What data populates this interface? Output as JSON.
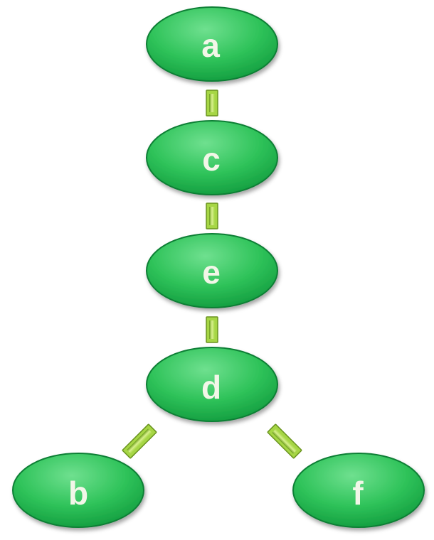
{
  "diagram": {
    "type": "tree",
    "colors": {
      "node_fill_light": "#6fe08f",
      "node_fill_mid": "#2fc35a",
      "node_fill_dark": "#119a3d",
      "node_stroke": "#0f7f35",
      "node_text": "#f2f6e8",
      "edge_fill_light": "#d7f08c",
      "edge_fill_mid": "#a6d645",
      "edge_fill_dark": "#6d9d1c",
      "edge_stroke": "#6a9420"
    },
    "nodes": [
      {
        "id": "a",
        "label": "a"
      },
      {
        "id": "c",
        "label": "c"
      },
      {
        "id": "e",
        "label": "e"
      },
      {
        "id": "d",
        "label": "d"
      },
      {
        "id": "b",
        "label": "b"
      },
      {
        "id": "f",
        "label": "f"
      }
    ],
    "edges": [
      {
        "from": "a",
        "to": "c"
      },
      {
        "from": "c",
        "to": "e"
      },
      {
        "from": "e",
        "to": "d"
      },
      {
        "from": "d",
        "to": "b"
      },
      {
        "from": "d",
        "to": "f"
      }
    ]
  }
}
